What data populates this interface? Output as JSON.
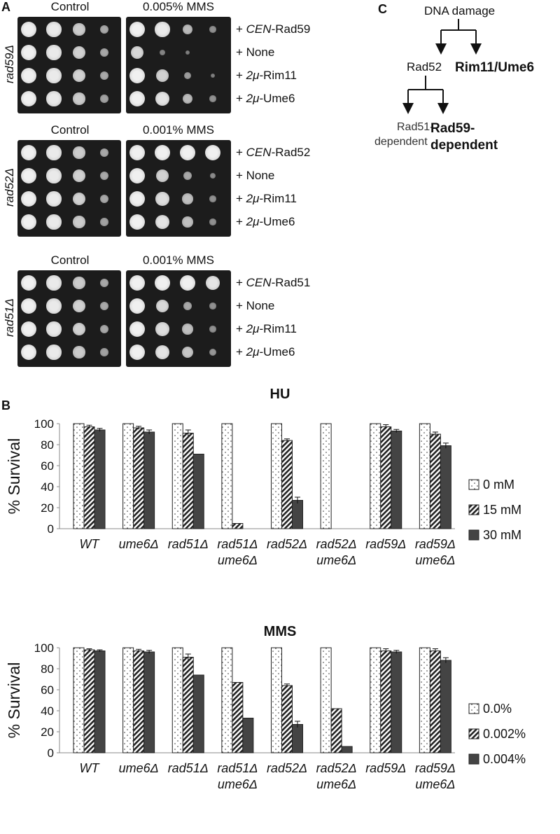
{
  "panel_labels": {
    "a": "A",
    "b": "B",
    "c": "C"
  },
  "plates": [
    {
      "strain": "rad59Δ",
      "headers": [
        "Control",
        "0.005% MMS"
      ],
      "rows": [
        {
          "prefix": "+ ",
          "italic": "CEN",
          "suffix": "-Rad59"
        },
        {
          "prefix": "+ None",
          "italic": "",
          "suffix": ""
        },
        {
          "prefix": "+ ",
          "italic": "2μ",
          "suffix": "-Rim11"
        },
        {
          "prefix": "+ ",
          "italic": "2μ",
          "suffix": "-Ume6"
        }
      ]
    },
    {
      "strain": "rad52Δ",
      "headers": [
        "Control",
        "0.001% MMS"
      ],
      "rows": [
        {
          "prefix": "+ ",
          "italic": "CEN",
          "suffix": "-Rad52"
        },
        {
          "prefix": "+ None",
          "italic": "",
          "suffix": ""
        },
        {
          "prefix": "+ ",
          "italic": "2μ",
          "suffix": "-Rim11"
        },
        {
          "prefix": "+ ",
          "italic": "2μ",
          "suffix": "-Ume6"
        }
      ]
    },
    {
      "strain": "rad51Δ",
      "headers": [
        "Control",
        "0.001% MMS"
      ],
      "rows": [
        {
          "prefix": "+ ",
          "italic": "CEN",
          "suffix": "-Rad51"
        },
        {
          "prefix": "+ None",
          "italic": "",
          "suffix": ""
        },
        {
          "prefix": "+ ",
          "italic": "2μ",
          "suffix": "-Rim11"
        },
        {
          "prefix": "+ ",
          "italic": "2μ",
          "suffix": "-Ume6"
        }
      ]
    }
  ],
  "diagram": {
    "top": "DNA damage",
    "mid_left": "Rad52",
    "mid_right": "Rim11/Ume6",
    "bottom_left_line1": "Rad51-",
    "bottom_left_line2": "dependent",
    "bottom_right_line1": "Rad59-",
    "bottom_right_line2": "dependent"
  },
  "chart_data": [
    {
      "type": "bar",
      "title": "HU",
      "ylabel": "% Survival",
      "ylim": [
        0,
        100
      ],
      "yticks": [
        0,
        20,
        40,
        60,
        80,
        100
      ],
      "categories": [
        [
          "WT"
        ],
        [
          "ume6Δ"
        ],
        [
          "rad51Δ"
        ],
        [
          "rad51Δ",
          "ume6Δ"
        ],
        [
          "rad52Δ"
        ],
        [
          "rad52Δ",
          "ume6Δ"
        ],
        [
          "rad59Δ"
        ],
        [
          "rad59Δ",
          "ume6Δ"
        ]
      ],
      "legend_position": "right",
      "series": [
        {
          "name": "0 mM",
          "values": [
            100,
            100,
            100,
            100,
            100,
            100,
            100,
            100
          ],
          "errors": [
            0,
            0,
            0,
            0,
            0,
            0,
            0,
            0
          ]
        },
        {
          "name": "15 mM",
          "values": [
            97,
            96,
            91,
            5,
            84,
            0,
            97,
            90
          ],
          "errors": [
            1.5,
            1.5,
            3,
            0,
            1.5,
            0,
            2,
            2
          ]
        },
        {
          "name": "30 mM",
          "values": [
            94,
            92,
            71,
            0,
            27,
            0,
            93,
            79
          ],
          "errors": [
            1.5,
            2,
            0,
            0,
            3,
            0,
            1.5,
            2.5
          ]
        }
      ]
    },
    {
      "type": "bar",
      "title": "MMS",
      "ylabel": "% Survival",
      "ylim": [
        0,
        100
      ],
      "yticks": [
        0,
        20,
        40,
        60,
        80,
        100
      ],
      "categories": [
        [
          "WT"
        ],
        [
          "ume6Δ"
        ],
        [
          "rad51Δ"
        ],
        [
          "rad51Δ",
          "ume6Δ"
        ],
        [
          "rad52Δ"
        ],
        [
          "rad52Δ",
          "ume6Δ"
        ],
        [
          "rad59Δ"
        ],
        [
          "rad59Δ",
          "ume6Δ"
        ]
      ],
      "legend_position": "right",
      "series": [
        {
          "name": "0.0%",
          "values": [
            100,
            100,
            100,
            100,
            100,
            100,
            100,
            100
          ],
          "errors": [
            0,
            0,
            0,
            0,
            0,
            0,
            0,
            0
          ]
        },
        {
          "name": "0.002%",
          "values": [
            98,
            97,
            91,
            67,
            64,
            42,
            97,
            97
          ],
          "errors": [
            1,
            1.5,
            3,
            0,
            1.5,
            0,
            2,
            2
          ]
        },
        {
          "name": "0.004%",
          "values": [
            97,
            96,
            74,
            33,
            27,
            6,
            96,
            88
          ],
          "errors": [
            1,
            1.5,
            0,
            0,
            3,
            0,
            1.5,
            2.5
          ]
        }
      ]
    }
  ]
}
